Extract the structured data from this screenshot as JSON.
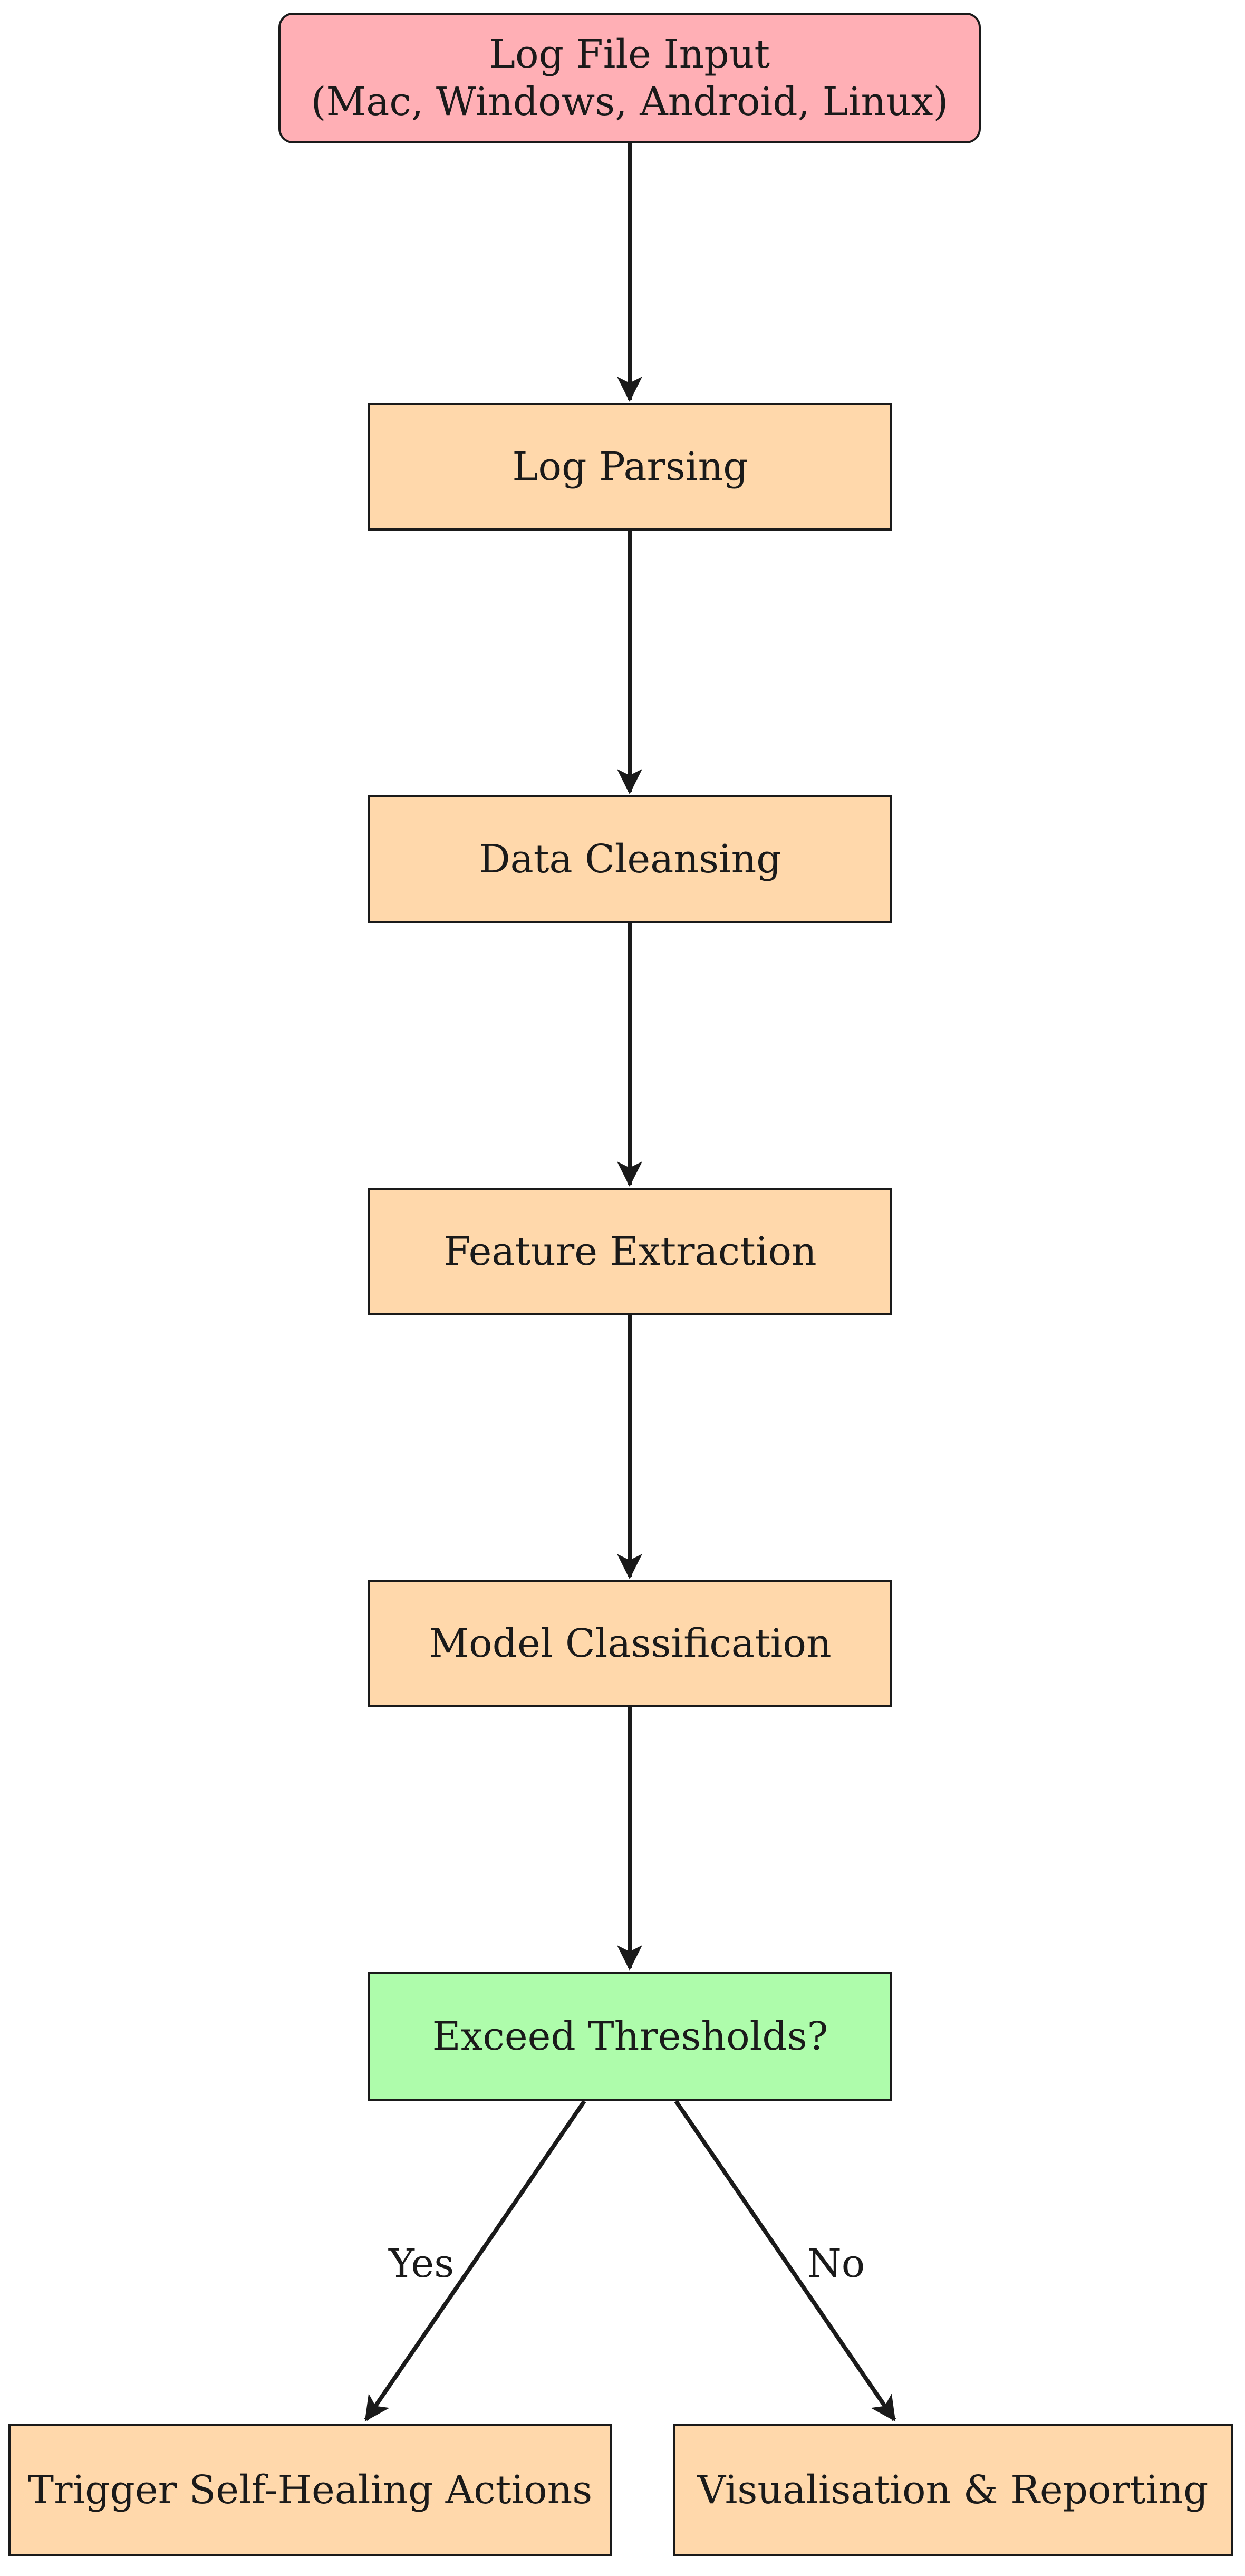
{
  "colors": {
    "start": "#ffafb5",
    "process": "#ffd8ab",
    "decision": "#aefcab",
    "stroke": "#1a1a1a"
  },
  "nodes": {
    "input": {
      "line1": "Log File Input",
      "line2": "(Mac, Windows, Android, Linux)"
    },
    "parsing": {
      "label": "Log Parsing"
    },
    "cleansing": {
      "label": "Data Cleansing"
    },
    "extraction": {
      "label": "Feature Extraction"
    },
    "classification": {
      "label": "Model Classification"
    },
    "decision": {
      "label": "Exceed Thresholds?"
    },
    "healing": {
      "label": "Trigger Self-Healing Actions"
    },
    "reporting": {
      "label": "Visualisation & Reporting"
    }
  },
  "edges": {
    "yes_label": "Yes",
    "no_label": "No"
  }
}
